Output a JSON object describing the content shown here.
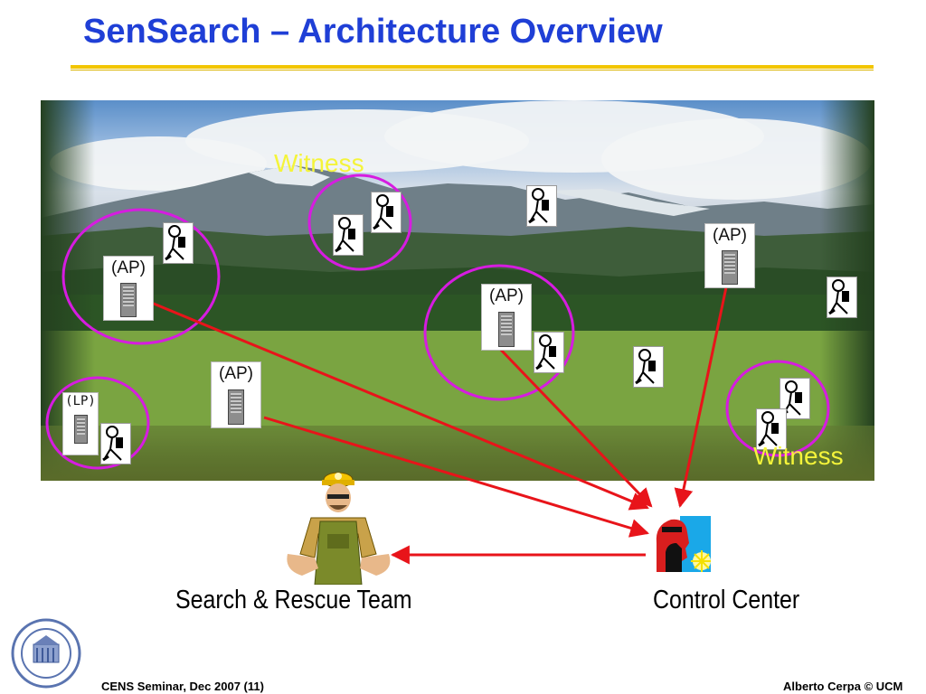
{
  "title": "SenSearch – Architecture Overview",
  "labels": {
    "witness_top": "Witness",
    "witness_right": "Witness",
    "access_point": "(AP)",
    "listener_point": "(LP)"
  },
  "captions": {
    "rescue_team": "Search & Rescue Team",
    "control_center": "Control Center"
  },
  "footer": {
    "left": "CENS Seminar, Dec 2007 (11)",
    "right": "Alberto Cerpa © UCM"
  },
  "colors": {
    "title": "#1f3fd6",
    "title_rule": "#f2c500",
    "links": "#e8141a",
    "witness_ring": "#d61ce0",
    "witness_text": "#f4f43a"
  },
  "icons": {
    "access_point": "server-icon",
    "listener_point": "server-icon",
    "sensor_node": "hiker-icon",
    "rescue_team": "miner-icon",
    "control_center": "head-icon",
    "seal": "university-seal-icon"
  }
}
